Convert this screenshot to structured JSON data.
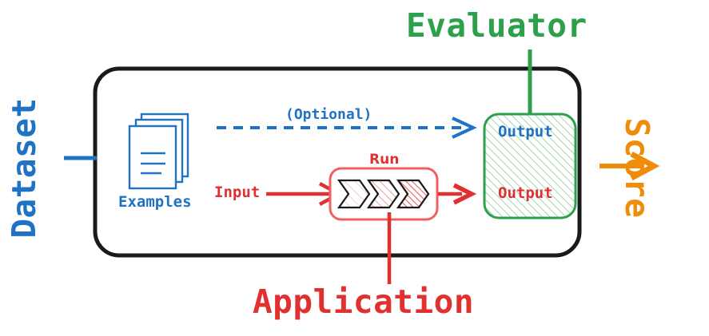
{
  "diagram": {
    "title": "Evaluation pipeline diagram",
    "colors": {
      "blue": "#1f72c4",
      "red": "#e03030",
      "green": "#2ca04a",
      "orange": "#ef8c09",
      "black": "#1a1a1a",
      "white": "#ffffff"
    },
    "outer_container": {
      "name": "experiment-boundary",
      "shape": "rounded-rectangle",
      "stroke": "#1a1a1a"
    },
    "labels": {
      "dataset": "Dataset",
      "evaluator": "Evaluator",
      "score": "Score",
      "application": "Application",
      "examples": "Examples",
      "optional": "(Optional)",
      "input": "Input",
      "run": "Run",
      "output_top": "Output",
      "output_bottom": "Output"
    },
    "nodes": [
      {
        "id": "examples",
        "label": "Examples",
        "icon": "documents-stack-icon",
        "color": "#1f72c4"
      },
      {
        "id": "run",
        "label": "Run",
        "icon": "chevrons-icon",
        "color": "#e03030"
      },
      {
        "id": "output",
        "label_top": "Output",
        "label_bottom": "Output",
        "fill": "hatched-green",
        "color": "#2ca04a"
      }
    ],
    "edges": [
      {
        "id": "dataset-stub",
        "from": "Dataset",
        "to": "experiment-boundary",
        "style": "solid",
        "color": "#1f72c4",
        "arrow": false
      },
      {
        "id": "optional-edge",
        "from": "Examples",
        "to": "Output",
        "label": "(Optional)",
        "style": "dashed",
        "color": "#1f72c4",
        "arrow": true
      },
      {
        "id": "input-edge",
        "from": "Input",
        "to": "Run",
        "label": "Input",
        "style": "solid",
        "color": "#e03030",
        "arrow": true
      },
      {
        "id": "run-output-edge",
        "from": "Run",
        "to": "Output",
        "style": "solid",
        "color": "#e03030",
        "arrow": true
      },
      {
        "id": "application-stub",
        "from": "Application",
        "to": "Run",
        "style": "solid",
        "color": "#e03030",
        "arrow": false
      },
      {
        "id": "evaluator-stub",
        "from": "Evaluator",
        "to": "Output",
        "style": "solid",
        "color": "#2ca04a",
        "arrow": false
      },
      {
        "id": "score-edge",
        "from": "experiment-boundary",
        "to": "Score",
        "style": "solid",
        "color": "#ef8c09",
        "arrow": true
      }
    ]
  }
}
